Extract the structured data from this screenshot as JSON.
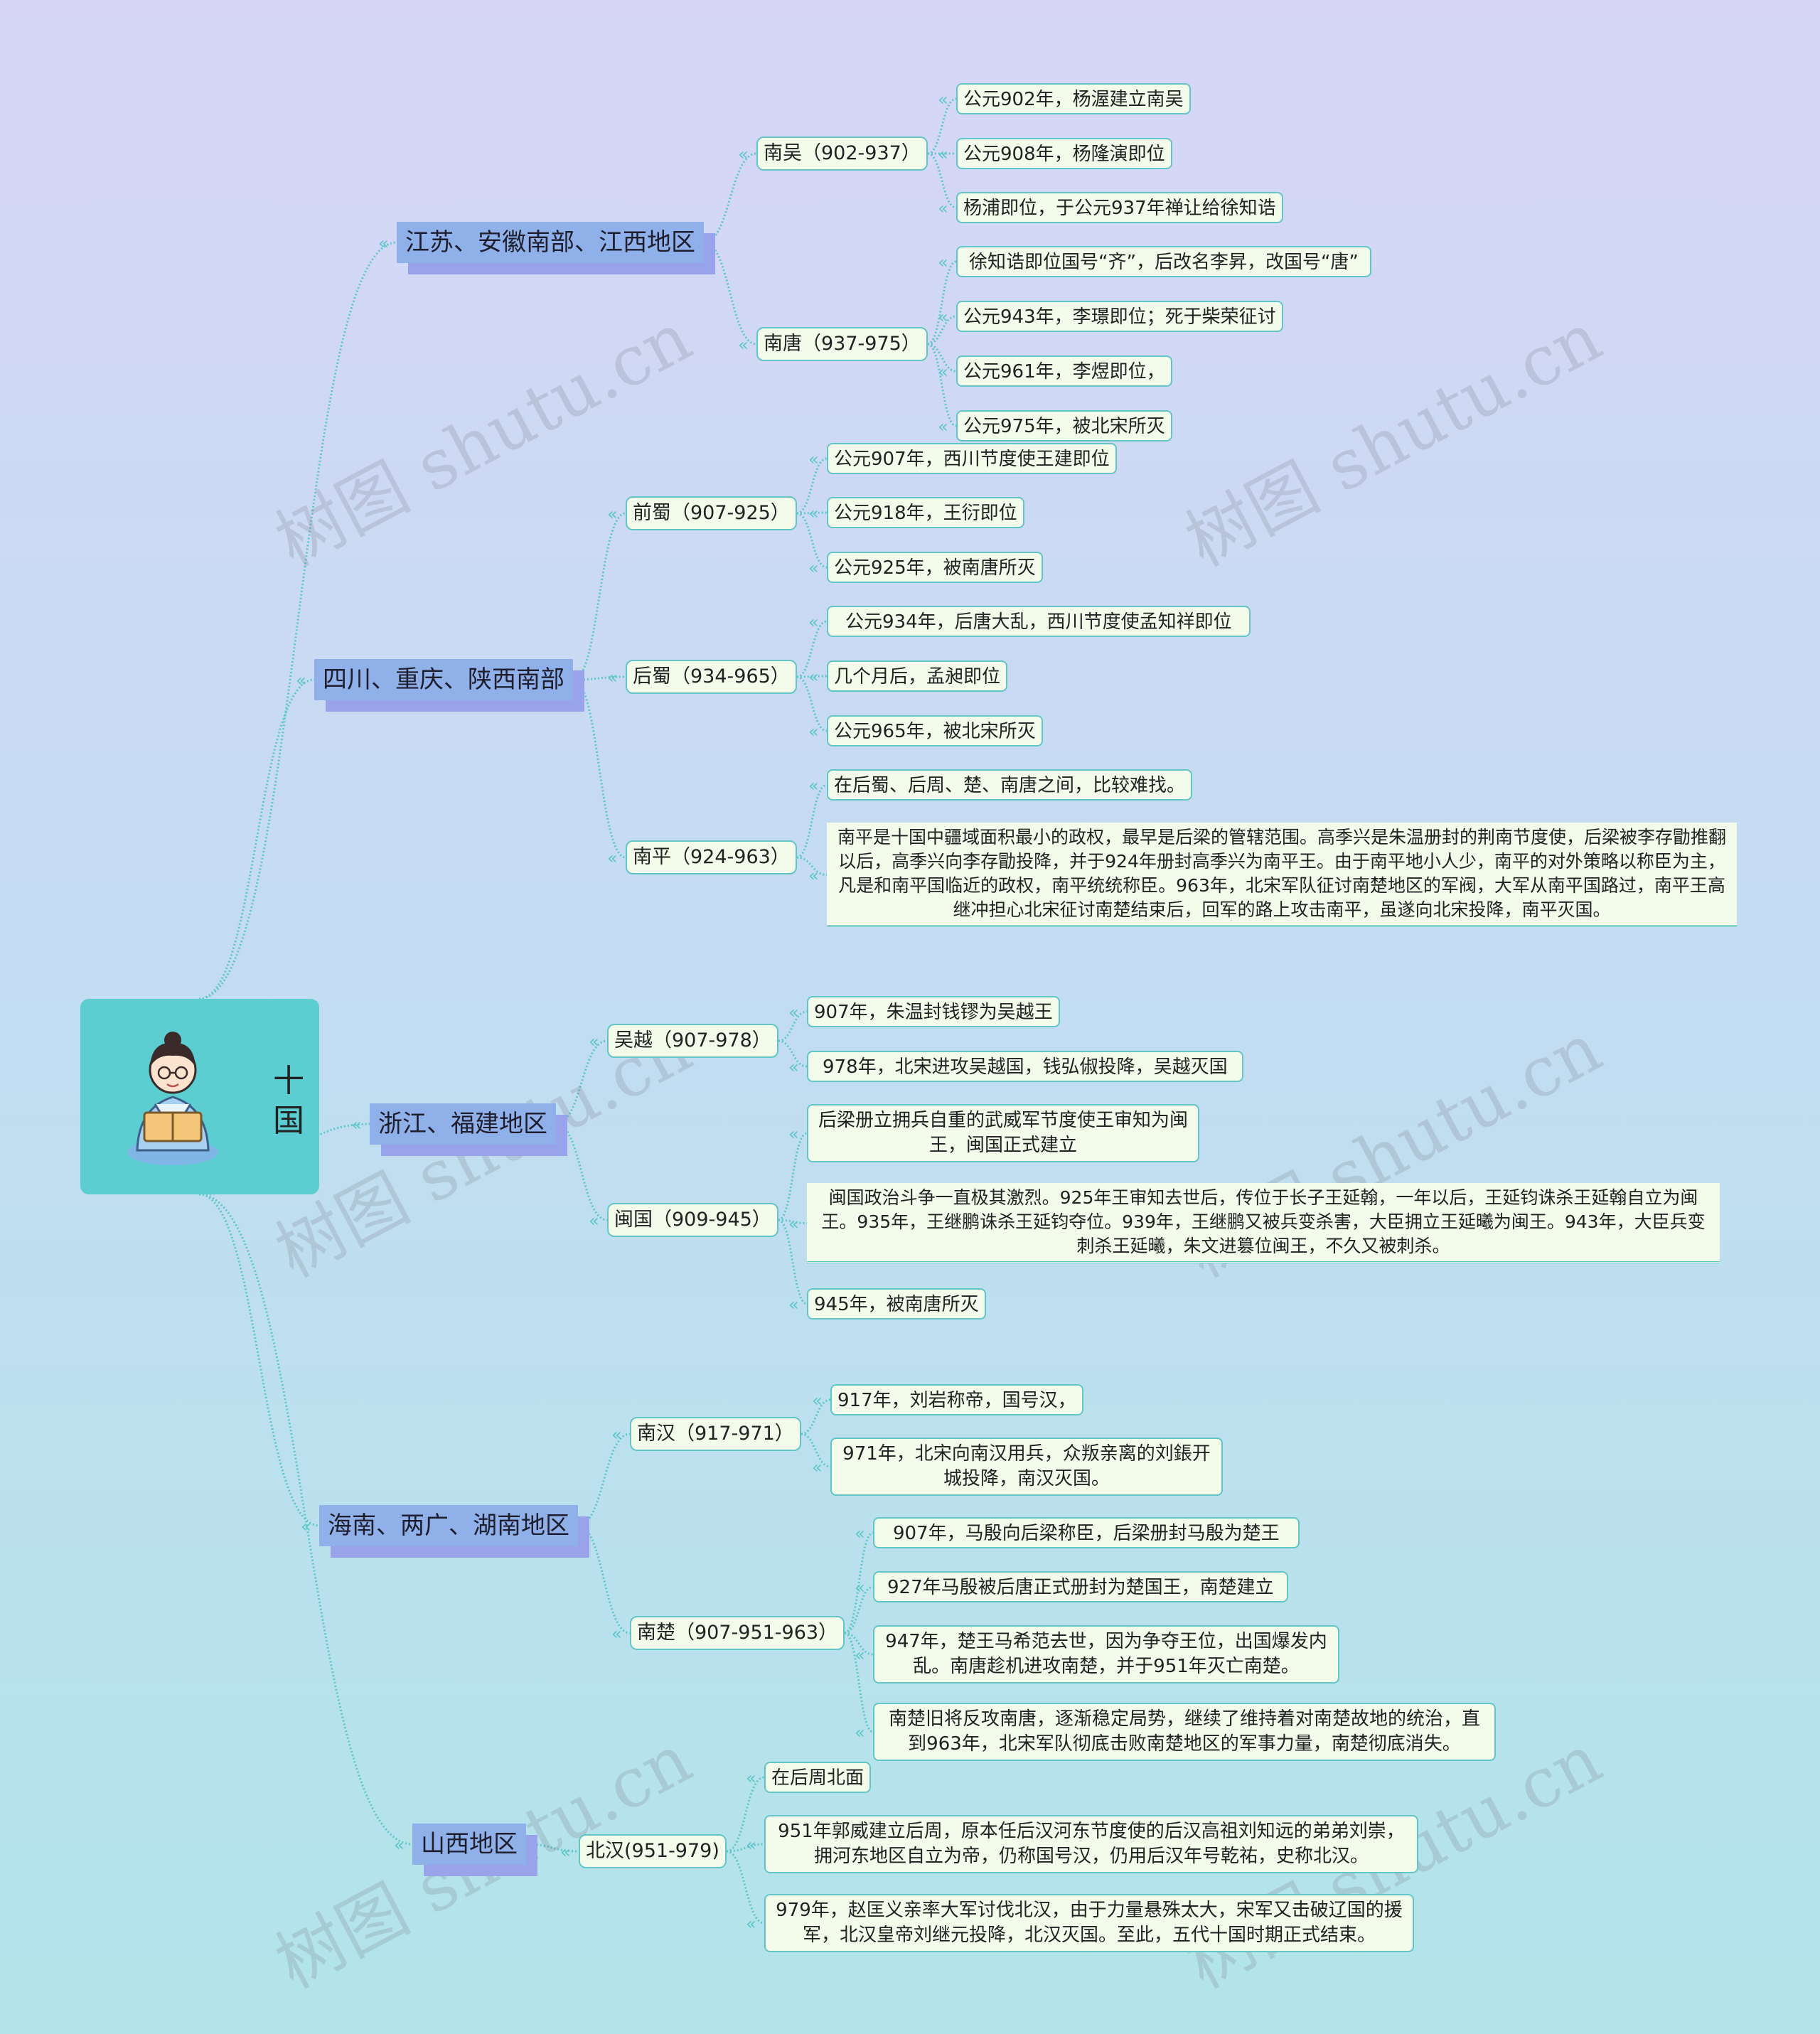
{
  "root": {
    "title": "十国"
  },
  "watermark": "树图 shutu.cn",
  "regions": [
    {
      "label": "江苏、安徽南部、江西地区",
      "states": [
        {
          "label": "南吴（902-937）",
          "items": [
            "公元902年，杨渥建立南吴",
            "公元908年，杨隆演即位",
            "杨浦即位，于公元937年禅让给徐知诰"
          ]
        },
        {
          "label": "南唐（937-975）",
          "items": [
            "徐知诰即位国号“齐”，后改名李昇，改国号“唐”",
            "公元943年，李璟即位；死于柴荣征讨",
            "公元961年，李煜即位，",
            "公元975年，被北宋所灭"
          ]
        }
      ]
    },
    {
      "label": "四川、重庆、陕西南部",
      "states": [
        {
          "label": "前蜀（907-925）",
          "items": [
            "公元907年，西川节度使王建即位",
            "公元918年，王衍即位",
            "公元925年，被南唐所灭"
          ]
        },
        {
          "label": "后蜀（934-965）",
          "items": [
            "公元934年，后唐大乱，西川节度使孟知祥即位",
            "几个月后，孟昶即位",
            "公元965年，被北宋所灭"
          ]
        },
        {
          "label": "南平（924-963）",
          "items": [
            "在后蜀、后周、楚、南唐之间，比较难找。",
            "南平是十国中疆域面积最小的政权，最早是后梁的管辖范围。高季兴是朱温册封的荆南节度使，后梁被李存勖推翻以后，高季兴向李存勖投降，并于924年册封高季兴为南平王。由于南平地小人少，南平的对外策略以称臣为主，凡是和南平国临近的政权，南平统统称臣。963年，北宋军队征讨南楚地区的军阀，大军从南平国路过，南平王高继冲担心北宋征讨南楚结束后，回军的路上攻击南平，虽遂向北宋投降，南平灭国。"
          ]
        }
      ]
    },
    {
      "label": "浙江、福建地区",
      "states": [
        {
          "label": "吴越（907-978）",
          "items": [
            "907年，朱温封钱镠为吴越王",
            "978年，北宋进攻吴越国，钱弘俶投降，吴越灭国"
          ]
        },
        {
          "label": "闽国（909-945）",
          "items": [
            "后梁册立拥兵自重的武威军节度使王审知为闽王，闽国正式建立",
            "闽国政治斗争一直极其激烈。925年王审知去世后，传位于长子王延翰，一年以后，王延钧诛杀王延翰自立为闽王。935年，王继鹏诛杀王延钧夺位。939年，王继鹏又被兵变杀害，大臣拥立王延曦为闽王。943年，大臣兵变刺杀王延曦，朱文进篡位闽王，不久又被刺杀。",
            "945年，被南唐所灭"
          ]
        }
      ]
    },
    {
      "label": "海南、两广、湖南地区",
      "states": [
        {
          "label": "南汉（917-971）",
          "items": [
            "917年，刘岩称帝，国号汉，",
            "971年，北宋向南汉用兵，众叛亲离的刘鋹开城投降，南汉灭国。"
          ]
        },
        {
          "label": "南楚（907-951-963）",
          "items": [
            "907年，马殷向后梁称臣，后梁册封马殷为楚王",
            "927年马殷被后唐正式册封为楚国王，南楚建立",
            "947年，楚王马希范去世，因为争夺王位，出国爆发内乱。南唐趁机进攻南楚，并于951年灭亡南楚。",
            "南楚旧将反攻南唐，逐渐稳定局势，继续了维持着对南楚故地的统治，直到963年，北宋军队彻底击败南楚地区的军事力量，南楚彻底消失。"
          ]
        }
      ]
    },
    {
      "label": "山西地区",
      "states": [
        {
          "label": "北汉(951-979)",
          "items": [
            "在后周北面",
            "951年郭威建立后周，原本任后汉河东节度使的后汉高祖刘知远的弟弟刘崇，拥河东地区自立为帝，仍称国号汉，仍用后汉年号乾祐，史称北汉。",
            "979年，赵匡义亲率大军讨伐北汉，由于力量悬殊太大，宋军又击破辽国的援军，北汉皇帝刘继元投降，北汉灭国。至此，五代十国时期正式结束。"
          ]
        }
      ]
    }
  ]
}
